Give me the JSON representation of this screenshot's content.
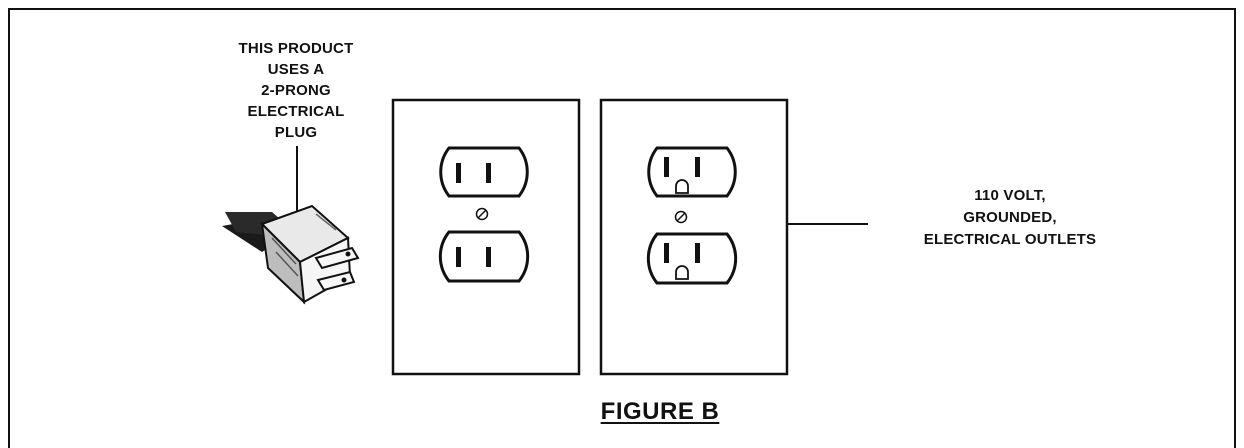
{
  "plug_label": "THIS PRODUCT\nUSES A\n2-PRONG\nELECTRICAL\nPLUG",
  "outlet_label": "110 VOLT,\nGROUNDED,\nELECTRICAL OUTLETS",
  "figure_title": "FIGURE B",
  "colors": {
    "ink": "#111111",
    "background": "#ffffff"
  }
}
